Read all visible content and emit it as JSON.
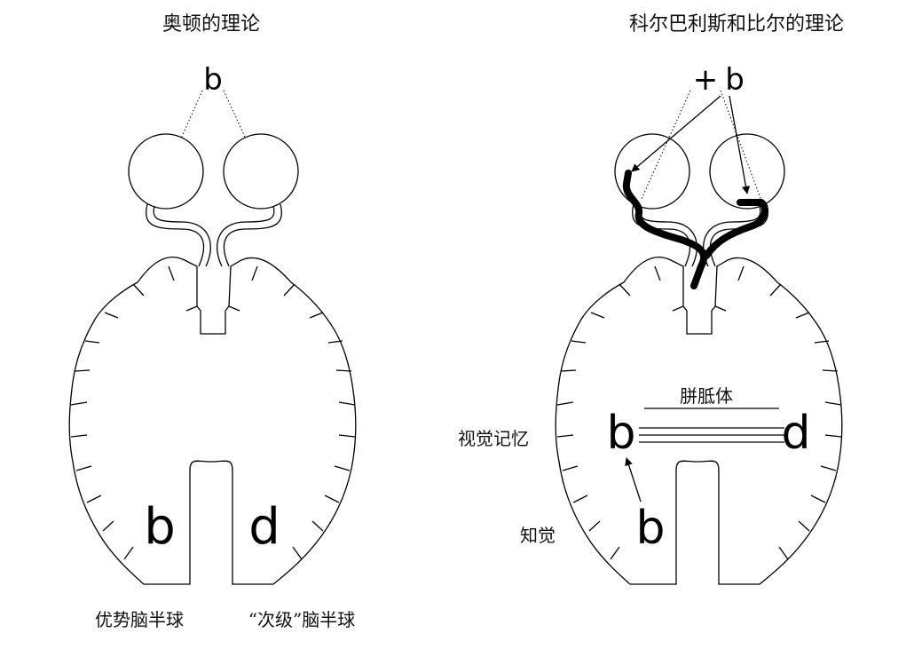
{
  "left": {
    "title": "奥顿的理论",
    "stimulus_letter": "b",
    "hemisphere_left_letter": "b",
    "hemisphere_right_letter": "d",
    "caption_left": "优势脑半球",
    "caption_right": "“次级”脑半球"
  },
  "right": {
    "title": "科尔巴利斯和比尔的理论",
    "stimulus_plus": "+",
    "stimulus_letter": "b",
    "corpus_label": "胼胝体",
    "memory_label": "视觉记忆",
    "perception_label": "知觉",
    "memory_left_letter": "b",
    "memory_right_letter": "d",
    "perception_letter": "b"
  }
}
